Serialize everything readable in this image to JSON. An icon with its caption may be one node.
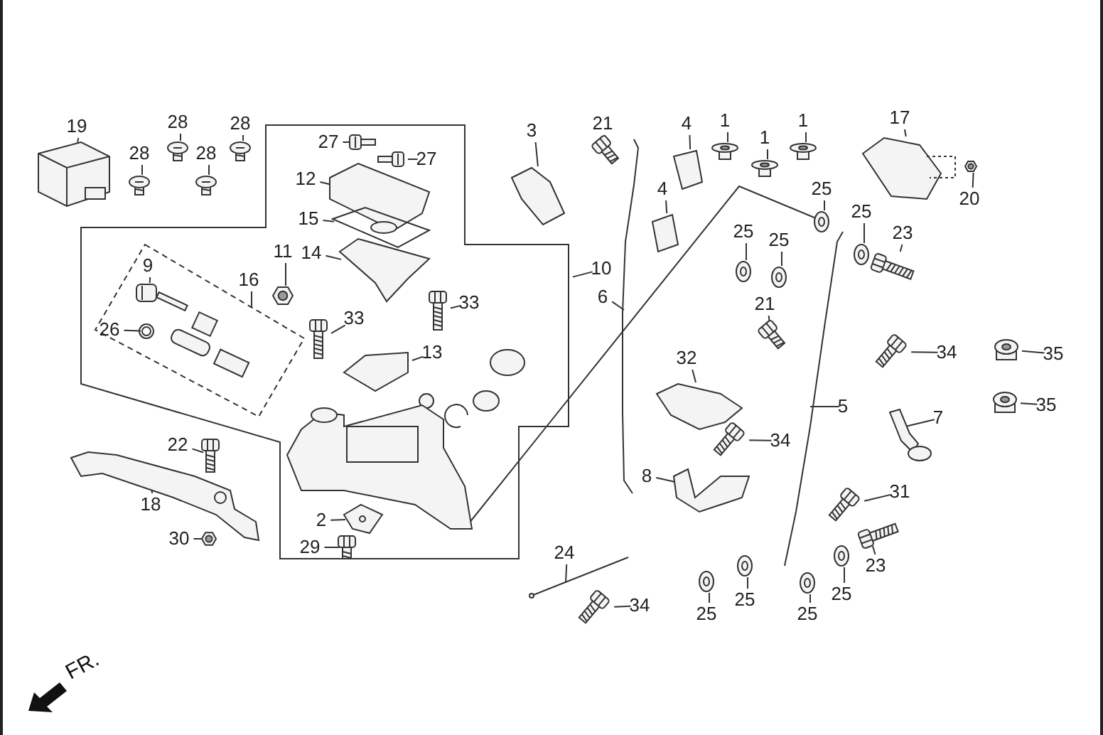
{
  "diagram": {
    "nodes": [
      {
        "text": [],
        "shape": "box"
      },
      {
        "text": [],
        "shape": "box",
        "in": 0
      },
      {
        "text": [
          "19"
        ]
      },
      {
        "text": [
          "28"
        ]
      },
      {
        "text": [
          "28"
        ]
      },
      {
        "text": [
          "28"
        ]
      },
      {
        "text": [
          "28"
        ]
      },
      {
        "text": [
          "27"
        ],
        "in": 0
      },
      {
        "text": [
          "27"
        ],
        "in": 0
      },
      {
        "text": [
          "12"
        ],
        "in": 0
      },
      {
        "text": [
          "15"
        ],
        "in": 0
      },
      {
        "text": [
          "14"
        ],
        "in": 0
      },
      {
        "text": [
          "3"
        ]
      },
      {
        "text": [
          "21"
        ]
      },
      {
        "text": [
          "4"
        ]
      },
      {
        "text": [
          "1"
        ]
      },
      {
        "text": [
          "1"
        ]
      },
      {
        "text": [
          "1"
        ]
      },
      {
        "text": [
          "17"
        ]
      },
      {
        "text": [
          "20"
        ]
      },
      {
        "text": [
          "25"
        ]
      },
      {
        "text": [
          "4"
        ]
      },
      {
        "text": [
          "25"
        ]
      },
      {
        "text": [
          "25"
        ]
      },
      {
        "text": [
          "25"
        ]
      },
      {
        "text": [
          "23"
        ]
      },
      {
        "text": [
          "10"
        ]
      },
      {
        "text": [
          "6"
        ]
      },
      {
        "text": [
          "9"
        ],
        "in": 1
      },
      {
        "text": [
          "11"
        ],
        "in": 0
      },
      {
        "text": [
          "16"
        ],
        "in": 0
      },
      {
        "text": [
          "26"
        ],
        "in": 1
      },
      {
        "text": [
          "33"
        ],
        "in": 0
      },
      {
        "text": [
          "33"
        ],
        "in": 0
      },
      {
        "text": [
          "13"
        ],
        "in": 0
      },
      {
        "text": [
          "21"
        ]
      },
      {
        "text": [
          "32"
        ]
      },
      {
        "text": [
          "34"
        ]
      },
      {
        "text": [
          "35"
        ]
      },
      {
        "text": [
          "34"
        ]
      },
      {
        "text": [
          "35"
        ]
      },
      {
        "text": [
          "7"
        ]
      },
      {
        "text": [
          "5"
        ]
      },
      {
        "text": [
          "22"
        ]
      },
      {
        "text": [
          "18"
        ]
      },
      {
        "text": [
          "8"
        ]
      },
      {
        "text": [
          "31"
        ]
      },
      {
        "text": [
          "2"
        ],
        "in": 0
      },
      {
        "text": [
          "30"
        ]
      },
      {
        "text": [
          "29"
        ],
        "in": 0
      },
      {
        "text": [
          "24"
        ]
      },
      {
        "text": [
          "34"
        ]
      },
      {
        "text": [
          "25"
        ]
      },
      {
        "text": [
          "25"
        ]
      },
      {
        "text": [
          "25"
        ]
      },
      {
        "text": [
          "25"
        ]
      },
      {
        "text": [
          "23"
        ]
      },
      {
        "text": [],
        "shape": "picture"
      },
      {
        "text": [],
        "shape": "picture"
      },
      {
        "text": [],
        "shape": "picture"
      },
      {
        "text": [],
        "shape": "picture"
      },
      {
        "text": [],
        "shape": "picture"
      },
      {
        "text": [],
        "shape": "picture",
        "in": 0
      },
      {
        "text": [],
        "shape": "picture",
        "in": 0
      },
      {
        "text": [],
        "shape": "picture",
        "in": 0
      },
      {
        "text": [],
        "shape": "picture",
        "in": 0
      },
      {
        "text": [],
        "shape": "picture",
        "in": 0
      },
      {
        "text": [],
        "shape": "picture"
      },
      {
        "text": [],
        "shape": "picture"
      },
      {
        "text": [],
        "shape": "picture"
      },
      {
        "text": [],
        "shape": "picture"
      },
      {
        "text": [],
        "shape": "picture"
      },
      {
        "text": [],
        "shape": "picture"
      },
      {
        "text": [],
        "shape": "picture"
      },
      {
        "text": [],
        "shape": "picture"
      },
      {
        "text": [],
        "shape": "picture"
      },
      {
        "text": [],
        "shape": "picture"
      },
      {
        "text": [],
        "shape": "picture"
      },
      {
        "text": [],
        "shape": "picture"
      },
      {
        "text": [],
        "shape": "picture"
      },
      {
        "text": [],
        "shape": "picture"
      },
      {
        "text": [],
        "shape": "picture"
      },
      {
        "text": [],
        "shape": "picture",
        "in": 1
      },
      {
        "text": [],
        "shape": "picture",
        "in": 0
      },
      {
        "text": [],
        "shape": "picture",
        "in": 1
      },
      {
        "text": [],
        "shape": "picture",
        "in": 0
      },
      {
        "text": [],
        "shape": "picture",
        "in": 0
      },
      {
        "text": [],
        "shape": "picture",
        "in": 0
      },
      {
        "text": [],
        "shape": "picture"
      },
      {
        "text": [],
        "shape": "picture"
      },
      {
        "text": [],
        "shape": "picture"
      },
      {
        "text": [],
        "shape": "picture"
      },
      {
        "text": [],
        "shape": "picture"
      },
      {
        "text": [],
        "shape": "picture"
      },
      {
        "text": [],
        "shape": "picture"
      },
      {
        "text": [],
        "shape": "picture"
      },
      {
        "text": [],
        "shape": "picture"
      },
      {
        "text": [],
        "shape": "picture"
      },
      {
        "text": [],
        "shape": "picture"
      },
      {
        "text": [],
        "shape": "picture"
      },
      {
        "text": [],
        "shape": "picture",
        "in": 0
      },
      {
        "text": [],
        "shape": "picture"
      },
      {
        "text": [],
        "shape": "picture",
        "in": 0
      },
      {
        "text": [],
        "shape": "picture"
      },
      {
        "text": [],
        "shape": "picture"
      },
      {
        "text": [],
        "shape": "picture"
      },
      {
        "text": [],
        "shape": "picture"
      },
      {
        "text": [],
        "shape": "picture"
      },
      {
        "text": [],
        "shape": "picture"
      },
      {
        "text": [],
        "shape": "picture"
      },
      {
        "text": [],
        "shape": "picture",
        "in": 0
      }
    ],
    "edges": [
      {
        "from": 2,
        "to": 57,
        "arrow": "none"
      },
      {
        "from": 3,
        "to": 58,
        "arrow": "none"
      },
      {
        "from": 4,
        "to": 59,
        "arrow": "none"
      },
      {
        "from": 5,
        "to": 60,
        "arrow": "none"
      },
      {
        "from": 6,
        "to": 61,
        "arrow": "none"
      },
      {
        "from": 7,
        "to": 62,
        "arrow": "none"
      },
      {
        "from": 8,
        "to": 63,
        "arrow": "none"
      },
      {
        "from": 9,
        "to": 64,
        "arrow": "none"
      },
      {
        "from": 10,
        "to": 65,
        "arrow": "none"
      },
      {
        "from": 11,
        "to": 66,
        "arrow": "none"
      },
      {
        "from": 12,
        "to": 67,
        "arrow": "none"
      },
      {
        "from": 13,
        "to": 68,
        "arrow": "none"
      },
      {
        "from": 14,
        "to": 69,
        "arrow": "none"
      },
      {
        "from": 15,
        "to": 70,
        "arrow": "none"
      },
      {
        "from": 16,
        "to": 71,
        "arrow": "none"
      },
      {
        "from": 17,
        "to": 72,
        "arrow": "none"
      },
      {
        "from": 18,
        "to": 73,
        "arrow": "none"
      },
      {
        "from": 19,
        "to": 74,
        "arrow": "none"
      },
      {
        "from": 20,
        "to": 75,
        "arrow": "none"
      },
      {
        "from": 21,
        "to": 76,
        "arrow": "none"
      },
      {
        "from": 22,
        "to": 77,
        "arrow": "none"
      },
      {
        "from": 23,
        "to": 78,
        "arrow": "none"
      },
      {
        "from": 24,
        "to": 79,
        "arrow": "none"
      },
      {
        "from": 25,
        "to": 80,
        "arrow": "none"
      },
      {
        "from": 26,
        "to": 0,
        "arrow": "none"
      },
      {
        "from": 27,
        "to": 81,
        "arrow": "none"
      },
      {
        "from": 28,
        "to": 82,
        "arrow": "none"
      },
      {
        "from": 29,
        "to": 83,
        "arrow": "none"
      },
      {
        "from": 30,
        "to": 1,
        "arrow": "none"
      },
      {
        "from": 31,
        "to": 84,
        "arrow": "none"
      },
      {
        "from": 32,
        "to": 85,
        "arrow": "none"
      },
      {
        "from": 33,
        "to": 86,
        "arrow": "none"
      },
      {
        "from": 34,
        "to": 87,
        "arrow": "none"
      },
      {
        "from": 35,
        "to": 88,
        "arrow": "none"
      },
      {
        "from": 36,
        "to": 89,
        "arrow": "none"
      },
      {
        "from": 37,
        "to": 90,
        "arrow": "none"
      },
      {
        "from": 38,
        "to": 91,
        "arrow": "none"
      },
      {
        "from": 39,
        "to": 92,
        "arrow": "none"
      },
      {
        "from": 40,
        "to": 93,
        "arrow": "none"
      },
      {
        "from": 41,
        "to": 94,
        "arrow": "none"
      },
      {
        "from": 42,
        "to": 95,
        "arrow": "none"
      },
      {
        "from": 43,
        "to": 96,
        "arrow": "none"
      },
      {
        "from": 44,
        "to": 97,
        "arrow": "none"
      },
      {
        "from": 45,
        "to": 98,
        "arrow": "none"
      },
      {
        "from": 46,
        "to": 99,
        "arrow": "none"
      },
      {
        "from": 47,
        "to": 100,
        "arrow": "none"
      },
      {
        "from": 48,
        "to": 101,
        "arrow": "none"
      },
      {
        "from": 49,
        "to": 102,
        "arrow": "none"
      },
      {
        "from": 50,
        "to": 103,
        "arrow": "none"
      },
      {
        "from": 51,
        "to": 104,
        "arrow": "none"
      },
      {
        "from": 52,
        "to": 105,
        "arrow": "none"
      },
      {
        "from": 53,
        "to": 106,
        "arrow": "none"
      },
      {
        "from": 54,
        "to": 107,
        "arrow": "none"
      },
      {
        "from": 55,
        "to": 108,
        "arrow": "none"
      },
      {
        "from": 56,
        "to": 109,
        "arrow": "none"
      },
      {
        "from": 75,
        "to": 110,
        "arrow": "none"
      }
    ],
    "labels": [
      "FR."
    ]
  }
}
